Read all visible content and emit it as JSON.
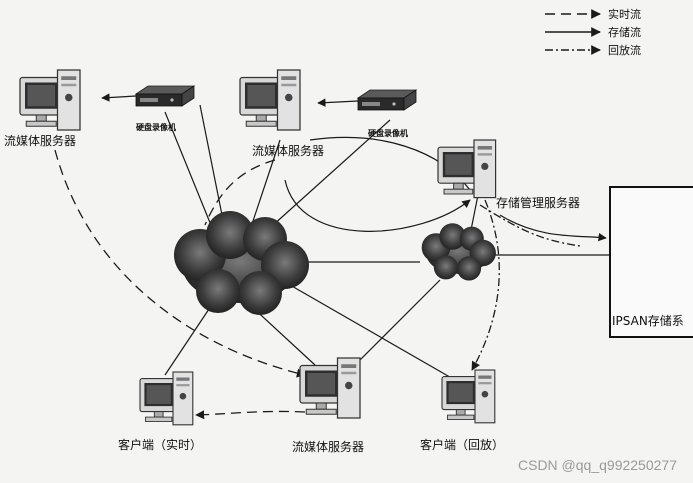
{
  "legend": {
    "realtime": "实时流",
    "storage": "存储流",
    "playback": "回放流"
  },
  "nodes": {
    "stream_server_1": "流媒体服务器",
    "stream_server_2": "流媒体服务器",
    "stream_server_3": "流媒体服务器",
    "dvr_1": "硬盘录像机",
    "dvr_2": "硬盘录像机",
    "storage_mgmt_server": "存储管理服务器",
    "ipsan": "IPSAN存储系",
    "client_realtime": "客户端（实时）",
    "client_playback": "客户端（回放）"
  },
  "watermark": "CSDN @qq_q992250277",
  "colors": {
    "line": "#1a1a1a",
    "cloud": "#3a3a3a",
    "background": "#f4f4f2"
  }
}
